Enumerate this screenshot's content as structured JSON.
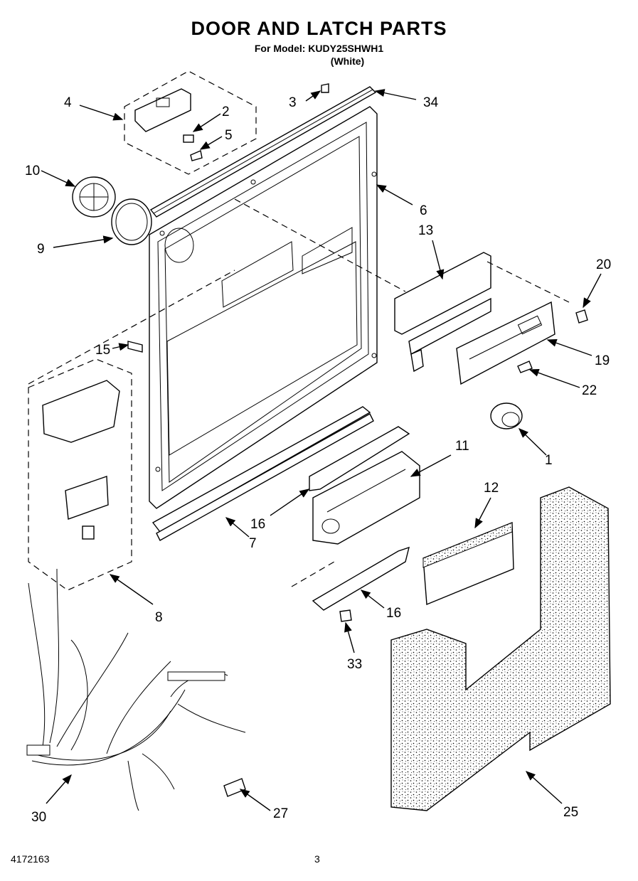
{
  "header": {
    "title": "DOOR AND LATCH PARTS",
    "model_line": "For Model: KUDY25SHWH1",
    "color_line": "(White)"
  },
  "footer": {
    "doc_number": "4172163",
    "page_number": "3"
  },
  "callouts": [
    {
      "key": "c1",
      "label": "1"
    },
    {
      "key": "c2",
      "label": "2"
    },
    {
      "key": "c3",
      "label": "3"
    },
    {
      "key": "c4",
      "label": "4"
    },
    {
      "key": "c5",
      "label": "5"
    },
    {
      "key": "c6",
      "label": "6"
    },
    {
      "key": "c7",
      "label": "7"
    },
    {
      "key": "c8",
      "label": "8"
    },
    {
      "key": "c9",
      "label": "9"
    },
    {
      "key": "c10",
      "label": "10"
    },
    {
      "key": "c11",
      "label": "11"
    },
    {
      "key": "c12",
      "label": "12"
    },
    {
      "key": "c13",
      "label": "13"
    },
    {
      "key": "c15",
      "label": "15"
    },
    {
      "key": "c16a",
      "label": "16"
    },
    {
      "key": "c16b",
      "label": "16"
    },
    {
      "key": "c19",
      "label": "19"
    },
    {
      "key": "c20",
      "label": "20"
    },
    {
      "key": "c22",
      "label": "22"
    },
    {
      "key": "c25",
      "label": "25"
    },
    {
      "key": "c27",
      "label": "27"
    },
    {
      "key": "c30",
      "label": "30"
    },
    {
      "key": "c33",
      "label": "33"
    },
    {
      "key": "c34",
      "label": "34"
    }
  ]
}
